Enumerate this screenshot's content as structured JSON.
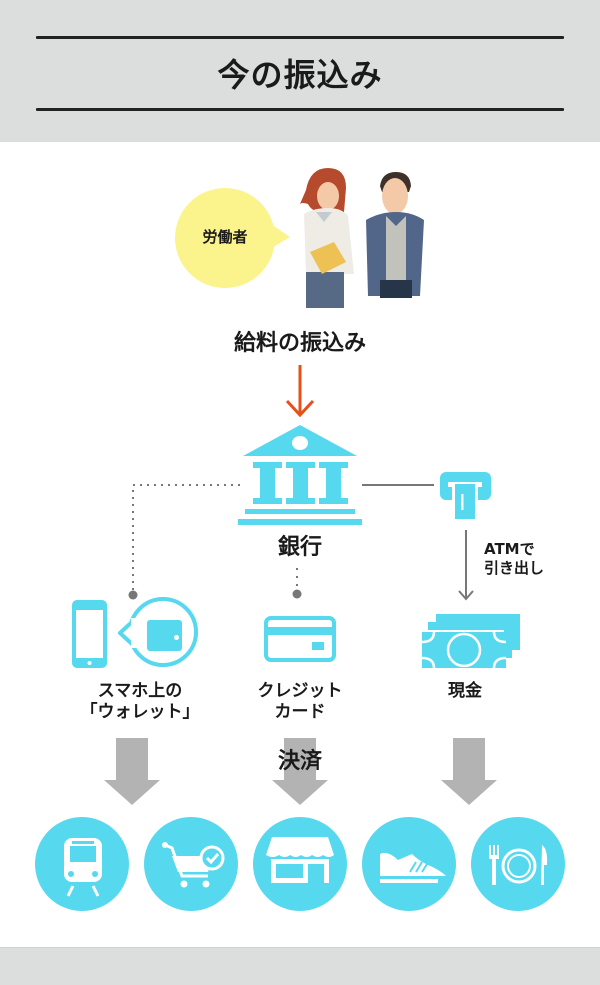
{
  "header": {
    "title": "今の振込み"
  },
  "workers": {
    "bubble_label": "労働者",
    "bubble_color": "#fbf38c"
  },
  "salary": {
    "label": "給料の振込み",
    "arrow_color": "#e8501a"
  },
  "bank": {
    "label": "銀行"
  },
  "atm": {
    "label_line1": "ATMで",
    "label_line2": "引き出し"
  },
  "methods": [
    {
      "id": "wallet",
      "line1": "スマホ上の",
      "line2": "「ウォレット」"
    },
    {
      "id": "credit",
      "line1": "クレジット",
      "line2": "カード"
    },
    {
      "id": "cash",
      "line1": "現金",
      "line2": ""
    }
  ],
  "settlement": {
    "label": "決済"
  },
  "destinations": [
    {
      "name": "train-icon"
    },
    {
      "name": "shopping-cart-icon"
    },
    {
      "name": "store-icon"
    },
    {
      "name": "shoe-icon"
    },
    {
      "name": "restaurant-icon"
    }
  ],
  "colors": {
    "accent": "#56d8ee",
    "connector": "#777777",
    "big_arrow": "#b3b3b3"
  }
}
